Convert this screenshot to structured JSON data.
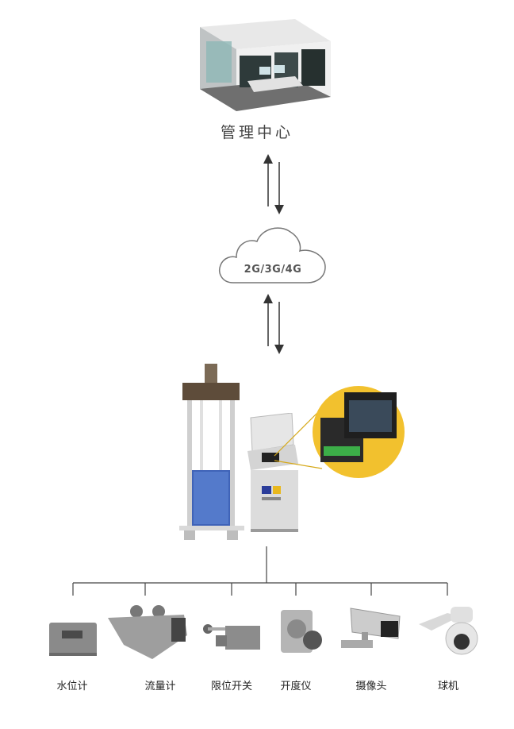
{
  "center": {
    "title": "管理中心",
    "icon": "control-room-icon"
  },
  "network": {
    "label": "2G/3G/4G",
    "icon": "cloud-icon"
  },
  "station": {
    "gate_icon": "water-gate-icon",
    "cabinet_icon": "control-cabinet-icon",
    "controller_icon": "controller-screen-icon",
    "accent": "#f2c12e"
  },
  "devices": [
    {
      "label": "水位计",
      "icon": "water-level-meter-icon"
    },
    {
      "label": "流量计",
      "icon": "flow-meter-icon"
    },
    {
      "label": "限位开关",
      "icon": "limit-switch-icon"
    },
    {
      "label": "开度仪",
      "icon": "opening-meter-icon"
    },
    {
      "label": "摄像头",
      "icon": "camera-icon"
    },
    {
      "label": "球机",
      "icon": "dome-camera-icon"
    }
  ]
}
